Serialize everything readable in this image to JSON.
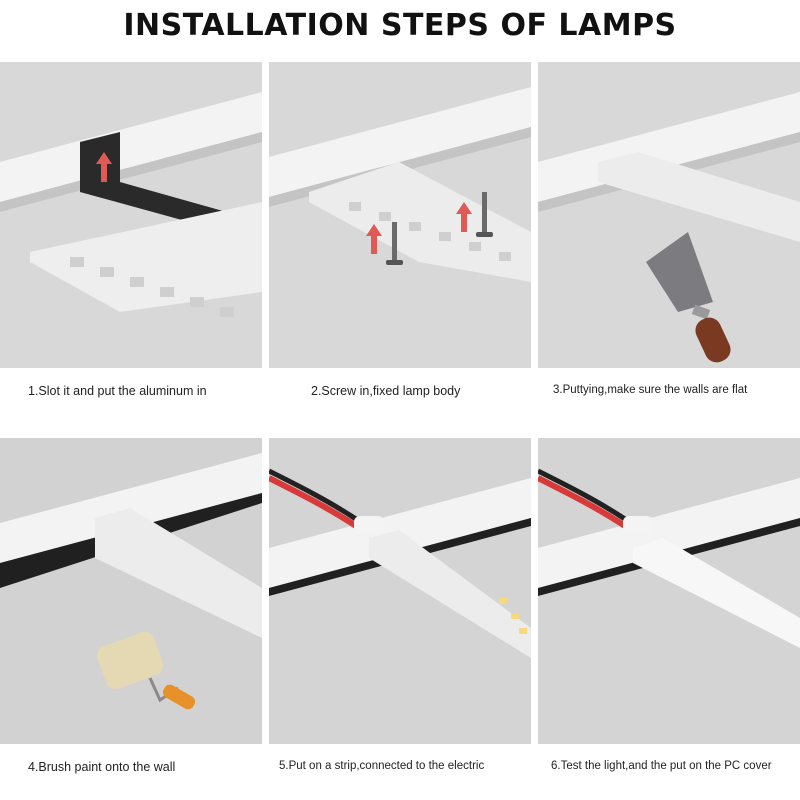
{
  "title": "INSTALLATION STEPS OF LAMPS",
  "steps": [
    {
      "caption": "1.Slot it and put the aluminum in",
      "illustration": "black-profile-arrow"
    },
    {
      "caption": "2.Screw in,fixed lamp body",
      "illustration": "screws"
    },
    {
      "caption": "3.Puttying,make sure the walls are flat",
      "illustration": "putty-knife"
    },
    {
      "caption": "4.Brush paint onto the wall",
      "illustration": "paint-roller"
    },
    {
      "caption": "5.Put on a strip,connected to the electric",
      "illustration": "led-strip"
    },
    {
      "caption": "6.Test the light,and the put on the PC cover",
      "illustration": "pc-cover"
    }
  ],
  "colors": {
    "ceiling": "#d6d6d6",
    "profile": "#f2f2f2",
    "arrow": "#e05a55",
    "handle": "#e8902a",
    "wood": "#7a3a22"
  }
}
